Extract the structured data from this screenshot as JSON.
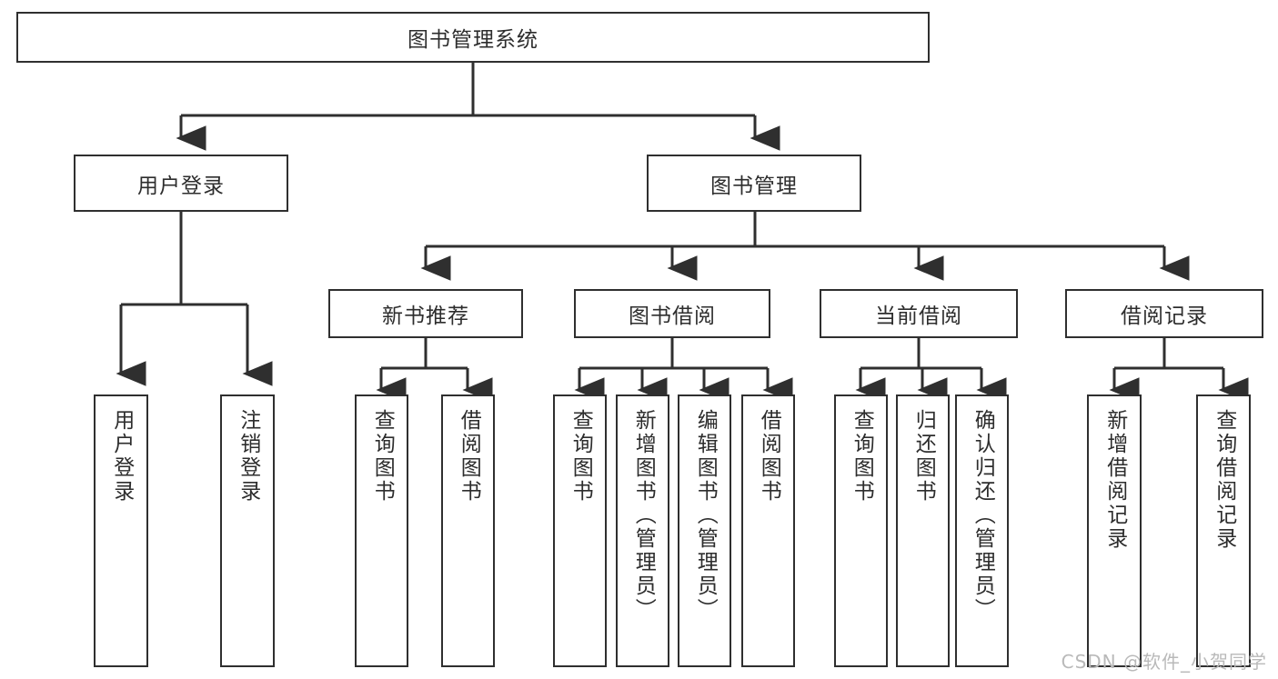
{
  "diagram": {
    "title": "图书管理系统",
    "type": "tree-hierarchy-diagram",
    "colors": {
      "background": "#ffffff",
      "border": "#2f2f2f",
      "text": "#2d2d2d",
      "connector": "#2f2f2f",
      "watermark": "#b9b9b9"
    },
    "root": {
      "label": "图书管理系统"
    },
    "level2": [
      {
        "label": "用户登录"
      },
      {
        "label": "图书管理"
      }
    ],
    "level3": [
      {
        "label": "新书推荐"
      },
      {
        "label": "图书借阅"
      },
      {
        "label": "当前借阅"
      },
      {
        "label": "借阅记录"
      }
    ],
    "leaves": {
      "user_login": [
        {
          "label": "用户登录"
        },
        {
          "label": "注销登录"
        }
      ],
      "new_book": [
        {
          "label": "查询图书"
        },
        {
          "label": "借阅图书"
        }
      ],
      "book_borrow": [
        {
          "label": "查询图书"
        },
        {
          "label": "新增图书（管理员）"
        },
        {
          "label": "编辑图书（管理员）"
        },
        {
          "label": "借阅图书"
        }
      ],
      "current_borrow": [
        {
          "label": "查询图书"
        },
        {
          "label": "归还图书"
        },
        {
          "label": "确认归还（管理员）"
        }
      ],
      "borrow_record": [
        {
          "label": "新增借阅记录"
        },
        {
          "label": "查询借阅记录"
        }
      ]
    }
  },
  "watermark": {
    "text": "CSDN @软件_小贺同学"
  }
}
